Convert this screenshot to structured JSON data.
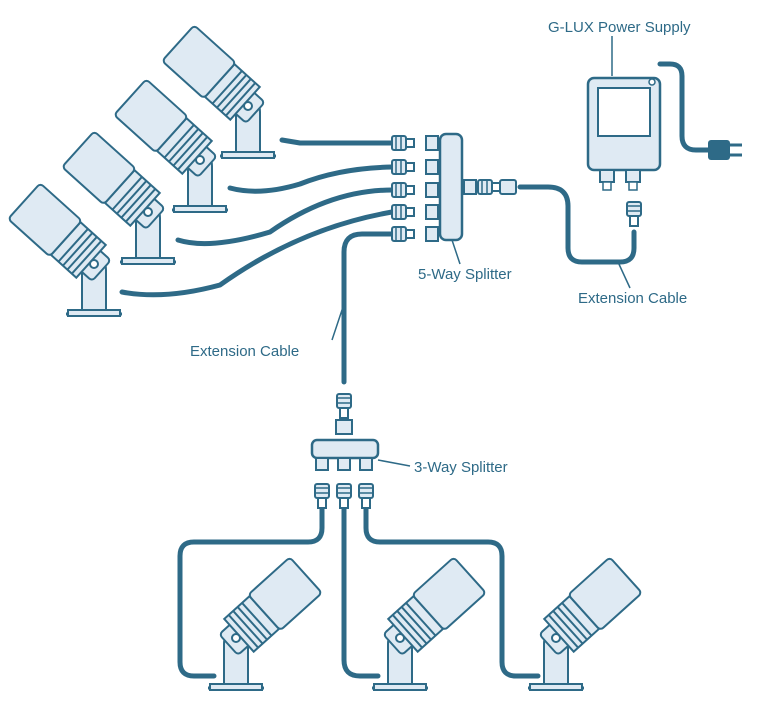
{
  "labels": {
    "power_supply": "G-LUX Power Supply",
    "five_way_splitter": "5-Way Splitter",
    "extension_cable_right": "Extension Cable",
    "extension_cable_left": "Extension Cable",
    "three_way_splitter": "3-Way Splitter"
  },
  "colors": {
    "cable": "#2e6a87",
    "outline": "#2e6a87",
    "fill": "#dfeaf3",
    "label": "#2e6a87"
  },
  "icons": {
    "spotlight": "spotlight-icon",
    "power_supply": "power-supply-icon",
    "plug": "plug-icon",
    "connector": "connector-icon"
  }
}
